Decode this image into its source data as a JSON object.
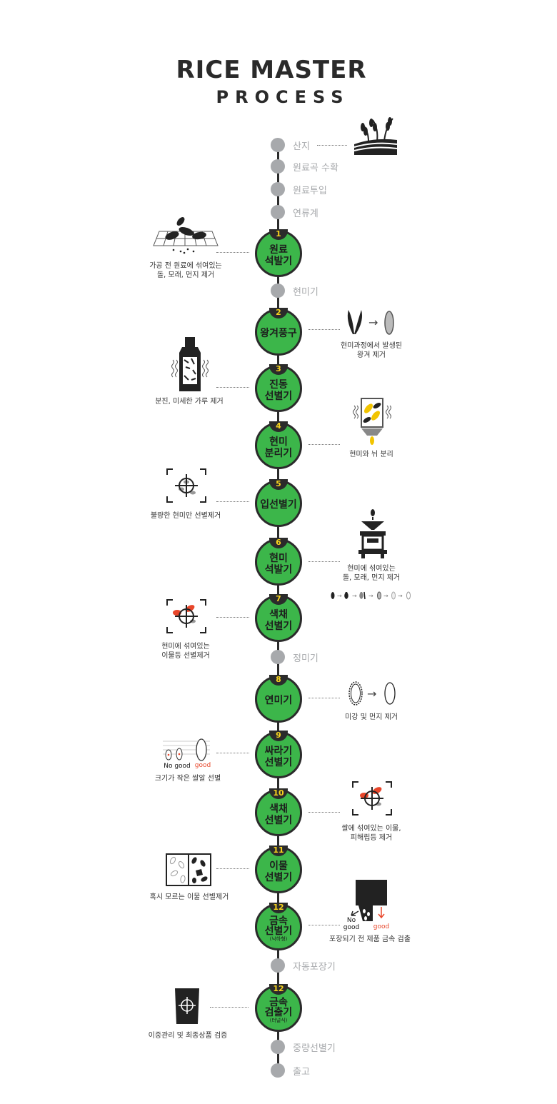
{
  "header": {
    "title": "RICE MASTER",
    "subtitle": "PROCESS"
  },
  "stages": [
    "산지",
    "원료곡 수확",
    "원료투입",
    "연류계",
    "현미기",
    "정미기",
    "자동포장기",
    "중량선별기",
    "출고"
  ],
  "steps": [
    {
      "num": "1",
      "label": "원료\n석발기",
      "caption": "가공 전 원료에 섞여있는\n돌, 모래, 먼지 제거"
    },
    {
      "num": "2",
      "label": "왕겨풍구",
      "caption": "현미과정에서 발생된\n왕겨 제거"
    },
    {
      "num": "3",
      "label": "진동\n선별기",
      "caption": "분진, 미세한 가루 제거"
    },
    {
      "num": "4",
      "label": "현미\n분리기",
      "caption": "현미와 뉘 분리"
    },
    {
      "num": "5",
      "label": "입선별기",
      "caption": "불량한 현미만 선별제거"
    },
    {
      "num": "6",
      "label": "현미\n석발기",
      "caption": "현미에 섞여있는\n돌, 모래, 먼지 제거"
    },
    {
      "num": "7",
      "label": "색채\n선별기",
      "caption": "현미에 섞여있는\n이물등 선별제거"
    },
    {
      "num": "8",
      "label": "연미기",
      "caption": "미강 및 먼지 제거"
    },
    {
      "num": "9",
      "label": "싸라기\n선별기",
      "caption": "크기가 작은 쌀알 선별",
      "icon_labels": {
        "bad": "No good",
        "good": "good"
      }
    },
    {
      "num": "10",
      "label": "색채\n선별기",
      "caption": "쌀에 섞여있는 이물,\n피해립등 제거"
    },
    {
      "num": "11",
      "label": "이물\n선별기",
      "caption": "혹시 모르는 이물 선별제거"
    },
    {
      "num": "12",
      "label": "금속\n선별기",
      "sub": "(낙하형)",
      "caption": "포장되기 전 제품 금속 검출",
      "icon_labels": {
        "bad": "No\ngood",
        "good": "good"
      }
    },
    {
      "num": "12",
      "label": "금속\n검출기",
      "sub": "(터널식)",
      "caption": "이중관리 및 최종상품 검증"
    }
  ],
  "colors": {
    "step_fill": "#3cb64a",
    "number_text": "#f6d21e",
    "stage_gray": "#a7a9ac",
    "accent_red": "#e8462a"
  }
}
